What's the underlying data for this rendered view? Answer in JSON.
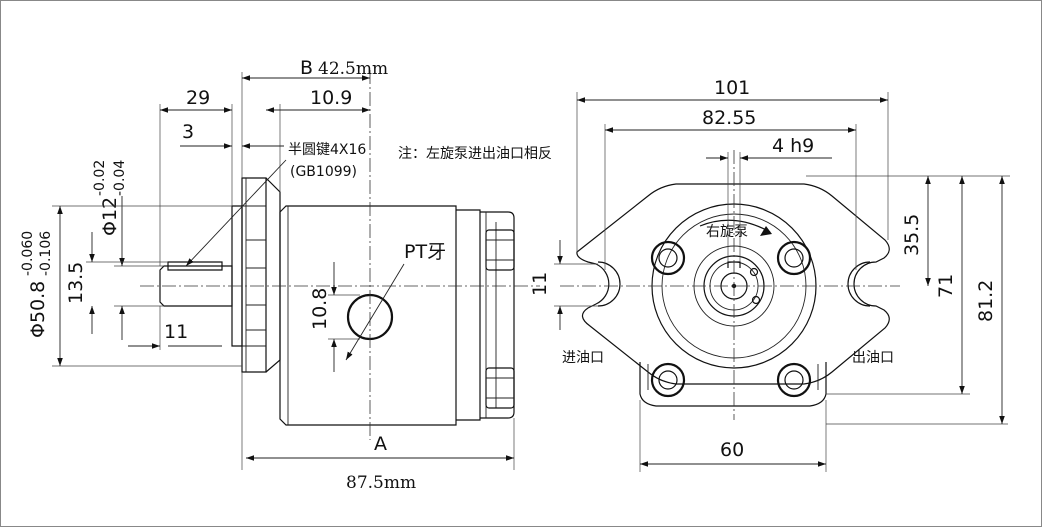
{
  "side_view": {
    "dim_b": "B",
    "dim_b_value": "42.5mm",
    "dim_29": "29",
    "dim_10_9": "10.9",
    "dim_3": "3",
    "key_label": "半圆键4X16",
    "key_std": "(GB1099)",
    "dim_shaft_tol_upper": "-0.02",
    "dim_shaft_tol_lower": "-0.04",
    "dim_shaft": "Φ12",
    "dim_pilot_tol_upper": "-0.060",
    "dim_pilot_tol_lower": "-0.106",
    "dim_pilot": "Φ50.8",
    "dim_13_5": "13.5",
    "dim_11": "11",
    "dim_10_8": "10.8",
    "pt_label": "PT牙",
    "dim_a": "A",
    "dim_total": "87.5mm"
  },
  "front_view": {
    "note": "注：左旋泵进出油口相反",
    "dim_101": "101",
    "dim_82_55": "82.55",
    "dim_4h9": "4 h9",
    "rotation_label": "右旋泵",
    "dim_11": "11",
    "dim_35_5": "35.5",
    "dim_71": "71",
    "dim_81_2": "81.2",
    "inlet_label": "进油口",
    "outlet_label": "出油口",
    "dim_60": "60"
  }
}
